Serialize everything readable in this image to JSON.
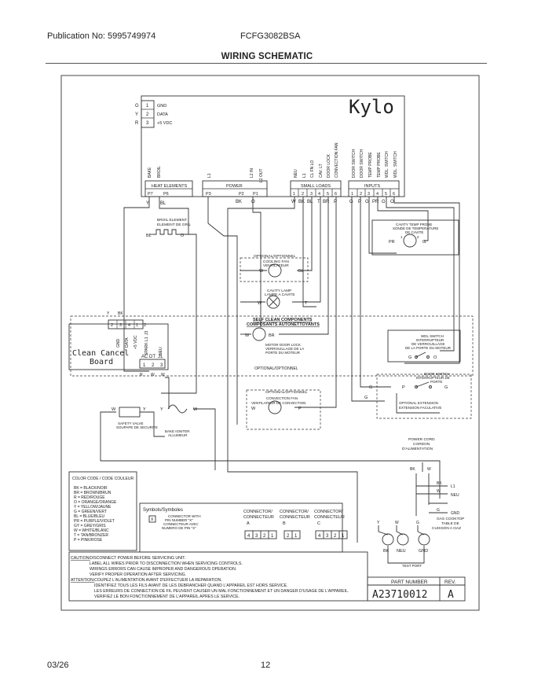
{
  "header": {
    "publication": "Publication No: 5995749974",
    "model": "FCFG3082BSA",
    "title": "WIRING SCHEMATIC"
  },
  "footer": {
    "date": "03/26",
    "page": "12"
  },
  "board": {
    "name": "Kylo",
    "p8_pins": [
      "G",
      "Y",
      "R"
    ],
    "p8_label": "P8",
    "p8_nums": [
      "1",
      "2",
      "3"
    ],
    "p8_signals": [
      "GND",
      "DATA",
      "+5 VDC"
    ],
    "cn_labels": [
      "ACDT",
      "LD",
      "P9"
    ]
  },
  "heat_elements": {
    "label": "HEAT ELEMENTS",
    "funcs": [
      "BAKE",
      "BROIL"
    ],
    "pins": [
      "P7",
      "P6"
    ]
  },
  "power": {
    "label": "POWER",
    "funcs": [
      "L1",
      "L2 IN",
      "L2 OUT"
    ],
    "pins": [
      "P3",
      "P2",
      "P1"
    ],
    "wires": [
      "BK",
      "O"
    ]
  },
  "small_loads": {
    "label": "SMALL LOADS",
    "funcs": [
      "NEU",
      "L1",
      "CL FN LO",
      "CAV. LT",
      "DOOR LOCK",
      "CONVECTION FAN"
    ],
    "pins": [
      "1",
      "2",
      "3",
      "4",
      "5",
      "6"
    ],
    "wires": [
      "W",
      "BK",
      "BL",
      "T",
      "BR",
      "P"
    ]
  },
  "inputs": {
    "label": "INPUTS",
    "funcs": [
      "DOOR SWITCH",
      "DOOR SWITCH",
      "TEMP PROBE",
      "TEMP PROBE",
      "WDL. SWITCH",
      "WDL. SWITCH"
    ],
    "pins": [
      "1",
      "2",
      "3",
      "4",
      "5",
      "6"
    ],
    "wires": [
      "G",
      "P",
      "G",
      "PR",
      "G",
      "O"
    ]
  },
  "heat_wires": [
    "Y",
    "BL"
  ],
  "components": {
    "broil": {
      "title": "BROIL ELEMENT",
      "sub": "ELEMENT DE GRIL",
      "w1": "BL",
      "w2": "O"
    },
    "cooling_fan": {
      "opt": "OPTIONAL/OPTIONNEL",
      "title": "COOLING FAN",
      "sub": "VENTILATEUR",
      "w1": "W",
      "w2": "BL"
    },
    "cavity_lamp": {
      "title": "CAVITY LAMP",
      "sub": "LAMPE A CAVITE",
      "w1": "W",
      "w2": "T"
    },
    "self_clean": {
      "title": "SELF CLEAN COMPONENTS",
      "sub": "COMPOSANTS AUTONETTOYANTS"
    },
    "door_lock_motor": {
      "lines": [
        "MOTOR DOOR LOCK",
        "VERROUILLAGE DE LA",
        "PORTE DU MOTEUR"
      ],
      "w1": "W",
      "w2": "BR"
    },
    "optional_line": "OPTIONAL/OPTIONNEL",
    "temp_probe": {
      "lines": [
        "CAVITY TEMP PROBE",
        "SONDE DE TEMPERATURE",
        "DE CAVITE"
      ],
      "w1": "PR",
      "w2": "G",
      "p1": "1",
      "p2": "2"
    },
    "wdl_switch": {
      "lines": [
        "WDL SWITCH",
        "INTERRUPTEUR",
        "DE VERROUILLAGE",
        "DE LA PORTE DU MOTEUR"
      ],
      "w1": "G",
      "w2": "O"
    },
    "door_switch": {
      "lines": [
        "DOOR SWITCH",
        "INTERRUPTEUR DE",
        "PORTE"
      ],
      "w1": "P",
      "w2": "G"
    },
    "convection_fan": {
      "opt": "OPTIONAL/OPTIONNEL",
      "lines": [
        "CONVECTION FAN",
        "VENTILATEUR DE CONVECTION"
      ],
      "w1": "W",
      "w2": "P"
    },
    "safety_valve": {
      "lines": [
        "SAFETY VALVE",
        "SOUPAPE DE SECURITE"
      ],
      "w1": "W",
      "w2": "Y"
    },
    "igniter": {
      "lines": [
        "BAKE IGNITER",
        "ALLUMEUR"
      ],
      "w1": "Y",
      "w2": "W"
    },
    "ext_opt": {
      "lines": [
        "OPTIONAL EXTENSION",
        "EXTENSION FACULATIVE"
      ],
      "w1": "G",
      "w2": "G"
    },
    "power_cord": {
      "lines": [
        "POWER CORD",
        "CORDON",
        "D'ALIMENTATION"
      ],
      "wires": [
        "BK",
        "W"
      ],
      "terminals": [
        {
          "w": "BK",
          "l": "L1"
        },
        {
          "w": "W",
          "l": "NEU"
        },
        {
          "w": "G",
          "l": "GND"
        }
      ],
      "gas_cooktop": [
        "GAS COOKTOP",
        "TABLE DE",
        "CUISSON A GAZ"
      ],
      "bottom": [
        "Y",
        "W",
        "G"
      ],
      "bottom_labels": [
        "BK",
        "NEU",
        "GND"
      ],
      "test_port": "TEST PORT"
    }
  },
  "clean_cancel": {
    "name": "Clean Cancel\nBoard",
    "name1": "Clean Cancel",
    "name2": "Board",
    "top_nums": [
      "2",
      "3",
      "4",
      "1",
      "2"
    ],
    "top_cn": "J3",
    "sig": [
      "GND",
      "DATA",
      "+5 VDC",
      "SPARK L1",
      "NEU"
    ],
    "bottom_pins": [
      "AC",
      "DT",
      "J1"
    ],
    "bottom_nums": [
      "1",
      "2",
      "3"
    ],
    "wires": [
      "R",
      "Y",
      "BK",
      "W",
      "W"
    ]
  },
  "color_code": {
    "title": "COLOR CODE / CODE COULEUR",
    "items": [
      "BK = BLACK/NOIR",
      "BR = BROWN/BRUN",
      "R = RED/ROUGE",
      "O = ORANGE/ORANGE",
      "Y = YELLOW/JAUNE",
      "G = GREEN/VERT",
      "BL = BLUE/BLEU",
      "PR = PURPLE/VIOLET",
      "GY = GREY/GRIS",
      "W = WHITE/BLANC",
      "T = TAN/BRONZER",
      "P = PINK/ROSE"
    ]
  },
  "symbols": {
    "title": "Symbols/Symboles",
    "lines": [
      "CONNECTOR WITH",
      "PIN NUMBER \"X\"",
      "CONNECTEUR AVEC",
      "NUMERO DE PIN \"X\""
    ],
    "x": "X",
    "connectors": [
      {
        "l1": "CONNECTOR/",
        "l2": "CONNECTEUR",
        "id": "A",
        "pins": [
          "4",
          "3",
          "2",
          "1"
        ]
      },
      {
        "l1": "CONNECTOR/",
        "l2": "CONNECTEUR",
        "id": "B",
        "pins": [
          "2",
          "1"
        ]
      },
      {
        "l1": "CONNECTOR/",
        "l2": "CONNECTEUR",
        "id": "C",
        "pins": [
          "4",
          "3",
          "2",
          "1"
        ]
      }
    ]
  },
  "caution": {
    "caution_label": "CAUTION:",
    "caution_lines": [
      "DISCONNECT POWER BEFORE SERVICING UNIT.",
      "LABEL ALL WIRES PRIOR TO DISCONNECTION WHEN SERVICING CONTROLS.",
      "WIRINGS ERRORS CAN CAUSE IMPROPER AND DANGEROUS OPERATION.",
      "VERIFY PROPER OPERATION AFTER SERVICING."
    ],
    "attention_label": "ATTENTION:",
    "attention_lines": [
      "COUPEZ L'ALIMENTATION AVANT D'EFFECTUER LA REPARATION.",
      "IDENTIFIEZ TOUS LES FILS AVANT DE LES DEBRANCHER QUAND L'APPAREIL EST HORS SERVICE.",
      "LES ERREURS DE CONNECTION DE FIL PEUVENT CAUSER UN MAL FONCTIONNEMENT ET UN DANGER D'USAGE DE L'APPAREIL.",
      "VERIFIEZ LE BON FONCTIONNEMENT DE L'APPAREIL APRES LE SERVICE."
    ]
  },
  "part": {
    "part_label": "PART NUMBER",
    "rev_label": "REV.",
    "number": "A23710012",
    "rev": "A"
  }
}
